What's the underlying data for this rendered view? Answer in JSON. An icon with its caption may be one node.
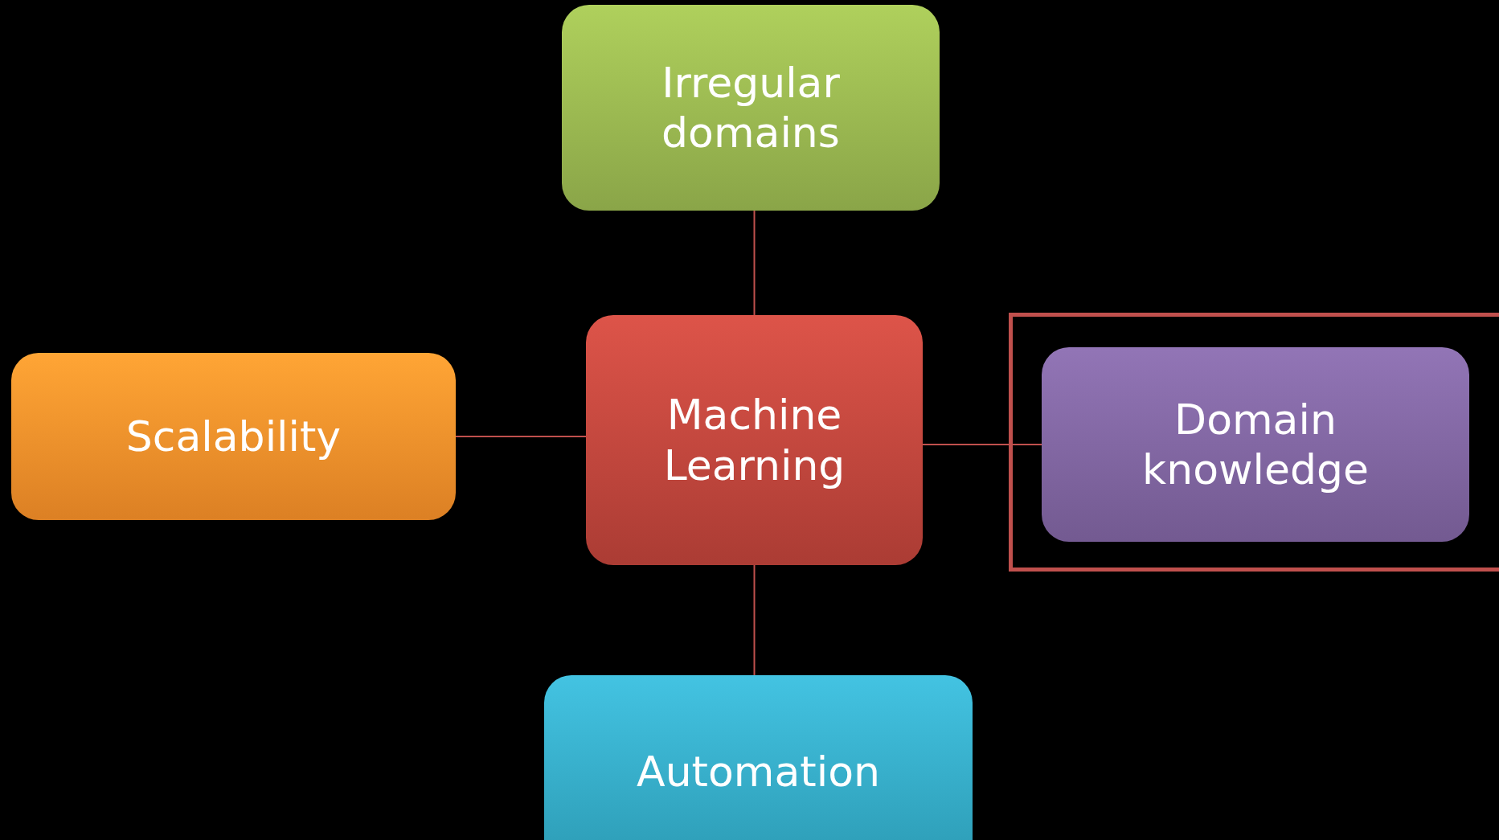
{
  "diagram": {
    "nodes": [
      {
        "text": [
          "Irregular domains"
        ]
      },
      {
        "text": [
          "Scalability"
        ]
      },
      {
        "text": [
          "Machine Learning"
        ]
      },
      {
        "text": [],
        "shape": "box"
      },
      {
        "text": [
          "Domain knowledge"
        ],
        "in": 3
      },
      {
        "text": [
          "Automation"
        ]
      }
    ],
    "edges": [
      {
        "from": 2,
        "to": 0,
        "arrow": "none"
      },
      {
        "from": 2,
        "to": 1,
        "arrow": "none"
      },
      {
        "from": 2,
        "to": 4,
        "arrow": "none"
      },
      {
        "from": 2,
        "to": 5,
        "arrow": "none"
      }
    ]
  }
}
